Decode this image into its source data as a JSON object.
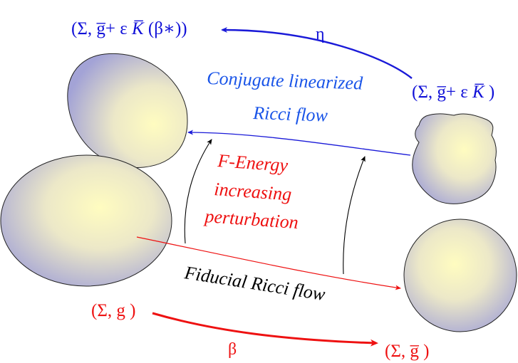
{
  "colors": {
    "blue": "#1010d8",
    "red": "#ee1111",
    "black": "#000000",
    "blob_center": "#fffcc0",
    "blob_edge": "#a7a7d8",
    "blob_outline": "#222222"
  },
  "labels": {
    "top_left_state": {
      "main": "(Σ, g̅+ ε ",
      "k": "K̅",
      "tail": " (β∗))"
    },
    "top_right_state": {
      "main": "(Σ, g̅+ ε ",
      "k": "K̅",
      "tail": " )"
    },
    "eta": "η",
    "conjugate_flow_line1": "Conjugate linearized",
    "conjugate_flow_line2": "Ricci flow",
    "perturbation_line1": "F-Energy",
    "perturbation_line2": "increasing",
    "perturbation_line3": "perturbation",
    "fiducial_flow": "Fiducial Ricci flow",
    "bottom_left_state": "(Σ, g )",
    "beta": "β",
    "bottom_right_state": "(Σ, g̅ )"
  }
}
